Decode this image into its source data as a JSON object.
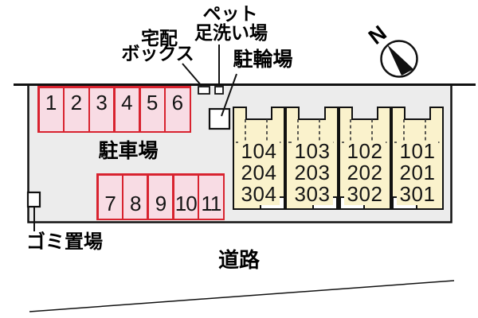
{
  "compass": {
    "north_label": "N"
  },
  "labels": {
    "delivery_box_line1": "宅配",
    "delivery_box_line2": "ボックス",
    "pet_wash_line1": "ペット",
    "pet_wash_line2": "足洗い場",
    "bicycle_parking": "駐輪場",
    "parking_lot": "駐車場",
    "garbage_area": "ゴミ置場",
    "road": "道路"
  },
  "parking": {
    "top_row": [
      "1",
      "2",
      "3",
      "4",
      "5",
      "6"
    ],
    "bottom_row": [
      "7",
      "8",
      "9",
      "10",
      "11"
    ]
  },
  "building": {
    "units": [
      {
        "rooms": [
          "104",
          "204",
          "304"
        ]
      },
      {
        "rooms": [
          "103",
          "203",
          "303"
        ]
      },
      {
        "rooms": [
          "102",
          "202",
          "302"
        ]
      },
      {
        "rooms": [
          "101",
          "201",
          "301"
        ]
      }
    ]
  },
  "colors": {
    "site_fill": "#ececec",
    "building_fill": "#faf2cc",
    "parking_fill": "#f8dce4",
    "parking_border": "#d8232f",
    "line": "#111111"
  }
}
